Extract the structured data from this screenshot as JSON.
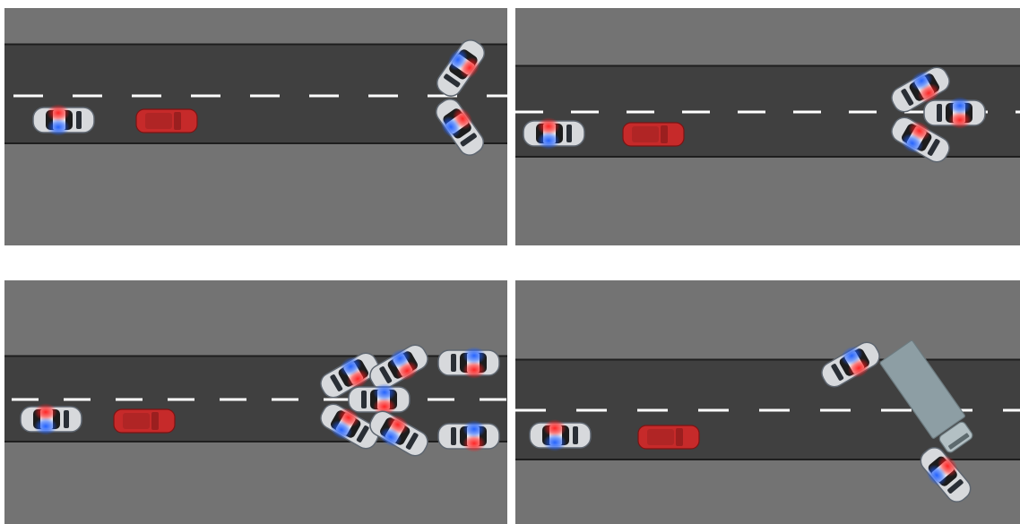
{
  "colors": {
    "background": "#ffffff",
    "shoulder": "#737373",
    "road": "#404040",
    "road_edge": "#1e1e1e",
    "lane_marking": "#ffffff",
    "police_body": "#d7d9dc",
    "police_roof": "#1c1c1c",
    "light_red": "#ff1a1a",
    "light_blue": "#1a5cff",
    "red_car": "#c62a2a",
    "truck_trailer": "#8d9ea4",
    "truck_cab": "#b3c0c4"
  },
  "panels": [
    {
      "name": "panel-top-left",
      "vehicles": [
        {
          "type": "police",
          "name": "police-car-chasing",
          "heading": 0
        },
        {
          "type": "suspect",
          "name": "suspect-red-car",
          "heading": 0
        },
        {
          "type": "police",
          "name": "police-car-roadblock-upper",
          "heading": 125
        },
        {
          "type": "police",
          "name": "police-car-roadblock-lower",
          "heading": 55
        }
      ]
    },
    {
      "name": "panel-top-right",
      "vehicles": [
        {
          "type": "police",
          "name": "police-car-chasing",
          "heading": 0
        },
        {
          "type": "suspect",
          "name": "suspect-red-car",
          "heading": 0
        },
        {
          "type": "police",
          "name": "police-car-blockade-upper",
          "heading": 150
        },
        {
          "type": "police",
          "name": "police-car-blockade-middle",
          "heading": 180
        },
        {
          "type": "police",
          "name": "police-car-blockade-lower",
          "heading": 30
        }
      ]
    },
    {
      "name": "panel-bottom-left",
      "vehicles": [
        {
          "type": "police",
          "name": "police-car-chasing",
          "heading": 0
        },
        {
          "type": "suspect",
          "name": "suspect-red-car",
          "heading": 0
        },
        {
          "type": "police",
          "name": "police-car-funnel-1",
          "heading": 150
        },
        {
          "type": "police",
          "name": "police-car-funnel-2",
          "heading": 150
        },
        {
          "type": "police",
          "name": "police-car-funnel-3",
          "heading": 180
        },
        {
          "type": "police",
          "name": "police-car-funnel-4",
          "heading": 30
        },
        {
          "type": "police",
          "name": "police-car-funnel-5",
          "heading": 30
        },
        {
          "type": "police",
          "name": "police-car-backup-upper",
          "heading": 180
        },
        {
          "type": "police",
          "name": "police-car-backup-lower",
          "heading": 180
        }
      ]
    },
    {
      "name": "panel-bottom-right",
      "vehicles": [
        {
          "type": "police",
          "name": "police-car-chasing",
          "heading": 0
        },
        {
          "type": "suspect",
          "name": "suspect-red-car",
          "heading": 0
        },
        {
          "type": "police",
          "name": "police-car-roadblock-upper",
          "heading": 150
        },
        {
          "type": "truck",
          "name": "truck-roadblock",
          "heading": 55
        },
        {
          "type": "police",
          "name": "police-car-roadblock-lower",
          "heading": 50
        }
      ]
    }
  ]
}
